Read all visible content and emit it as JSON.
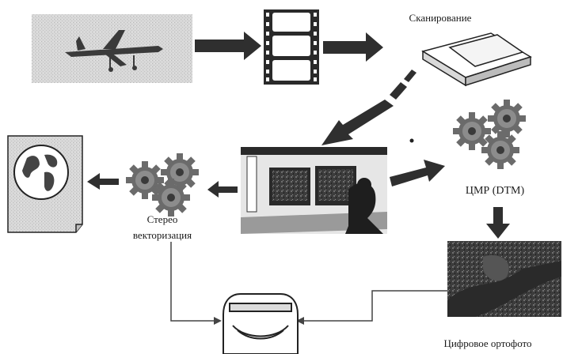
{
  "labels": {
    "scanning": "Сканирование",
    "dtm": "ЦМР (DTM)",
    "stereo_line1": "Стерео",
    "stereo_line2": "векторизация",
    "orthophoto": "Цифровое ортофото"
  },
  "icons": {
    "photo": "airplane-photo-icon",
    "film": "film-strip-icon",
    "scanner": "flatbed-scanner-icon",
    "workstation": "photogrammetric-workstation-icon",
    "gears_dtm": "gears-icon",
    "gears_stereo": "gears-icon",
    "map": "map-document-icon",
    "plotter": "plotter-icon",
    "ortho": "orthophoto-image-icon"
  },
  "colors": {
    "arrow": "#2f2f2f",
    "gear": "#6b6b6b",
    "line": "#444444"
  }
}
